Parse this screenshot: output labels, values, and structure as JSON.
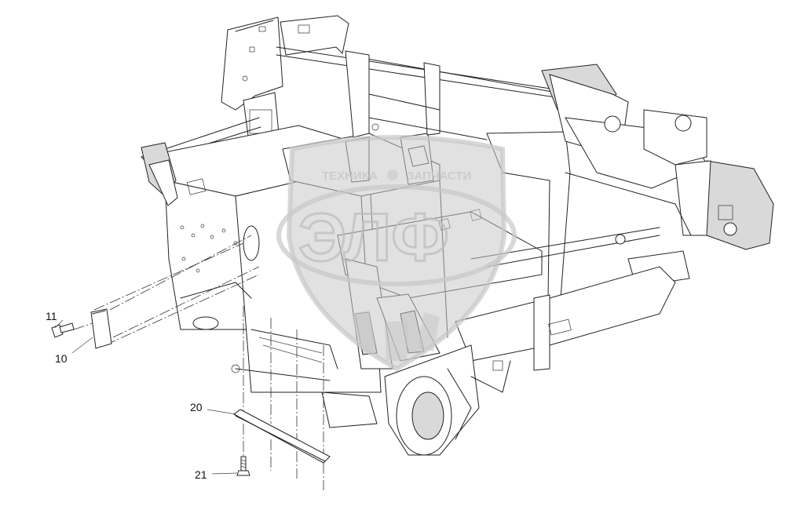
{
  "callouts": [
    {
      "id": "c11",
      "label": "11"
    },
    {
      "id": "c10",
      "label": "10"
    },
    {
      "id": "c20",
      "label": "20"
    },
    {
      "id": "c21",
      "label": "21"
    }
  ],
  "watermark": {
    "top_left": "ТЕХНИКА",
    "top_right": "ЗАПЧАСТИ",
    "big": "ЭЛФ",
    "color": "#c8c8c8"
  }
}
